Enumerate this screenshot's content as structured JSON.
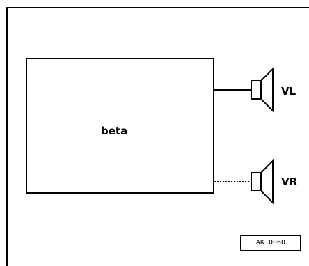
{
  "block": {
    "label": "beta"
  },
  "speakers": {
    "left": {
      "label": "VL",
      "connection": "solid"
    },
    "right": {
      "label": "VR",
      "connection": "dotted"
    }
  },
  "reference": {
    "code": "AK 0060"
  }
}
